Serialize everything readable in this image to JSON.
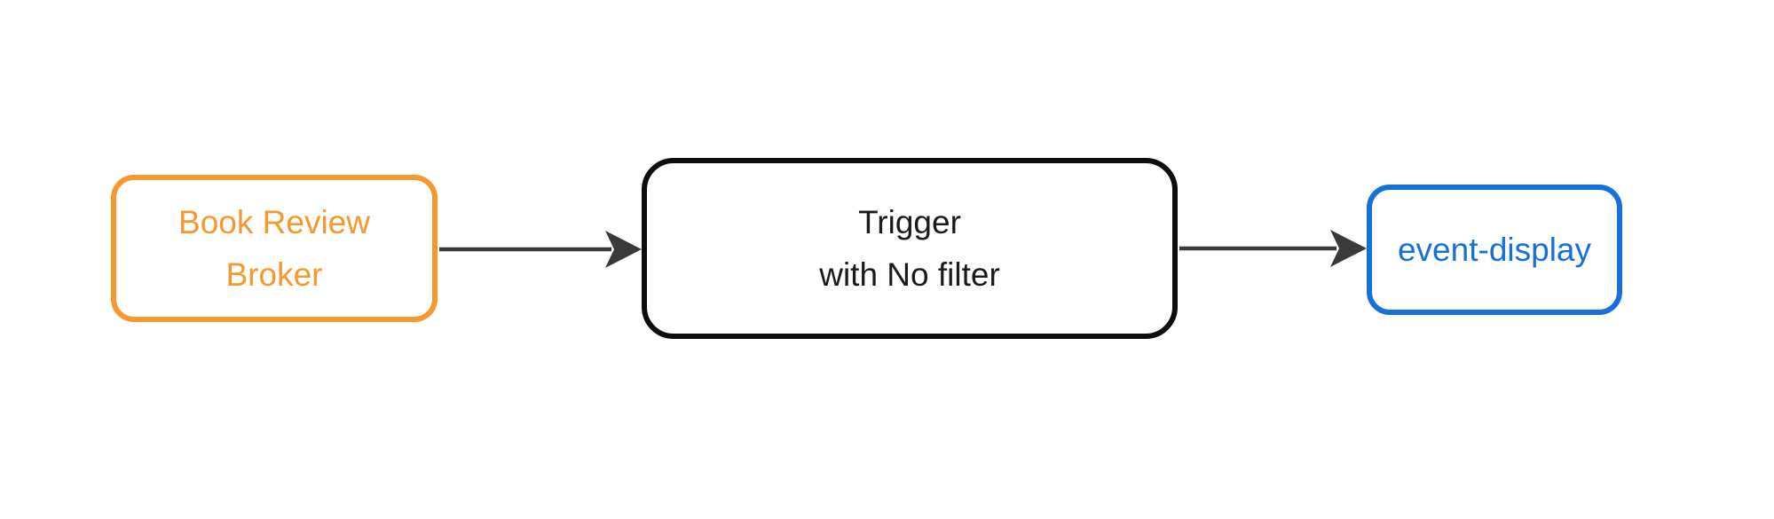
{
  "diagram": {
    "background": "#ffffff",
    "arrow_color": "#3a3a3a",
    "nodes": [
      {
        "id": "book-review-broker",
        "line1": "Book Review",
        "line2": "Broker",
        "border_color": "#f5982e",
        "text_color": "#f5982e"
      },
      {
        "id": "trigger",
        "line1": "Trigger",
        "line2": "with No filter",
        "border_color": "#0d0d0d",
        "text_color": "#1a1a1a"
      },
      {
        "id": "event-display",
        "line1": "event-display",
        "border_color": "#1570d8",
        "text_color": "#1570d8"
      }
    ],
    "edges": [
      {
        "from": "book-review-broker",
        "to": "trigger"
      },
      {
        "from": "trigger",
        "to": "event-display"
      }
    ]
  }
}
